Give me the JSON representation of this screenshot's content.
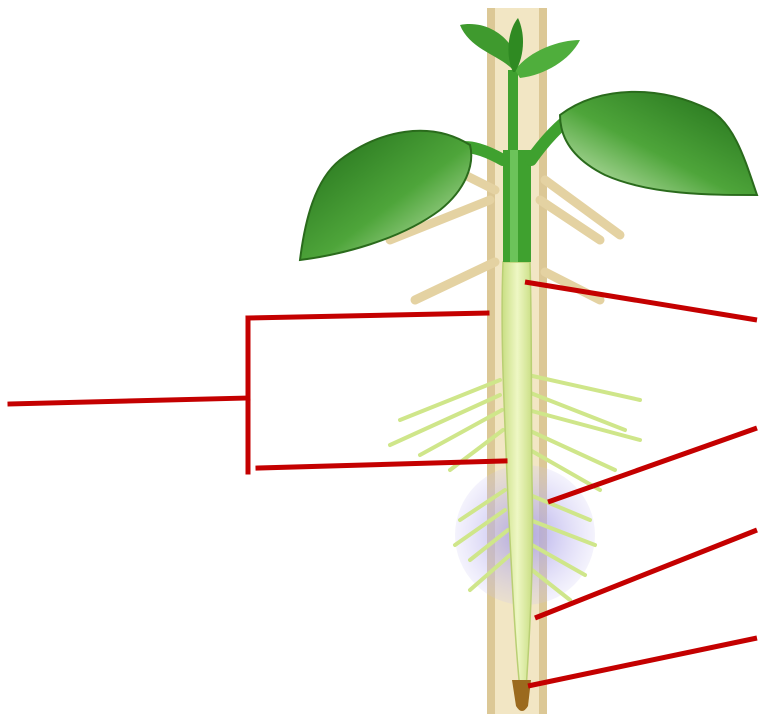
{
  "diagram": {
    "description_labels": [],
    "colors": {
      "background": "#ffffff",
      "leader_line": "#c40000",
      "leaf_dark": "#2f7d22",
      "leaf_light": "#8fd27a",
      "seedling_green": "#3fa12f",
      "stem_cream": "#eee0b8",
      "stem_tan": "#d9c593",
      "root_green": "#dcec9c",
      "root_hair": "#cde98a",
      "root_hair_zone": "#b9b2e6",
      "root_cap": "#9b6a1e"
    },
    "icons": [
      "seedling-illustration",
      "root-hair-zone",
      "root-cap"
    ]
  }
}
